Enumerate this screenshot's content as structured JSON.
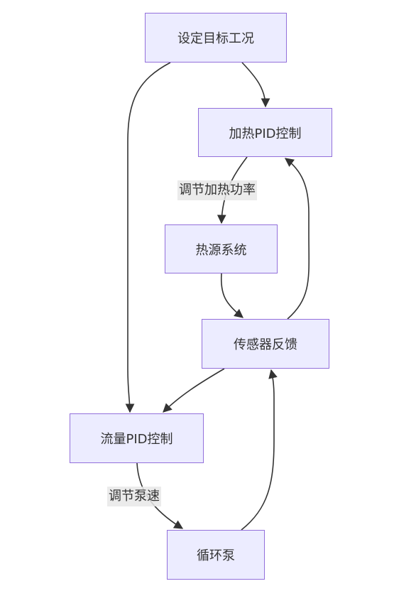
{
  "nodes": {
    "set_target": "设定目标工况",
    "heat_pid": "加热PID控制",
    "heat_source": "热源系统",
    "sensor_feedback": "传感器反馈",
    "flow_pid": "流量PID控制",
    "pump": "循环泵"
  },
  "edge_labels": {
    "heat_power": "调节加热功率",
    "pump_speed": "调节泵速"
  },
  "colors": {
    "node_fill": "#ECECFF",
    "node_border": "#9370DB",
    "edge": "#333333",
    "label_bg": "#E8E8E8"
  }
}
